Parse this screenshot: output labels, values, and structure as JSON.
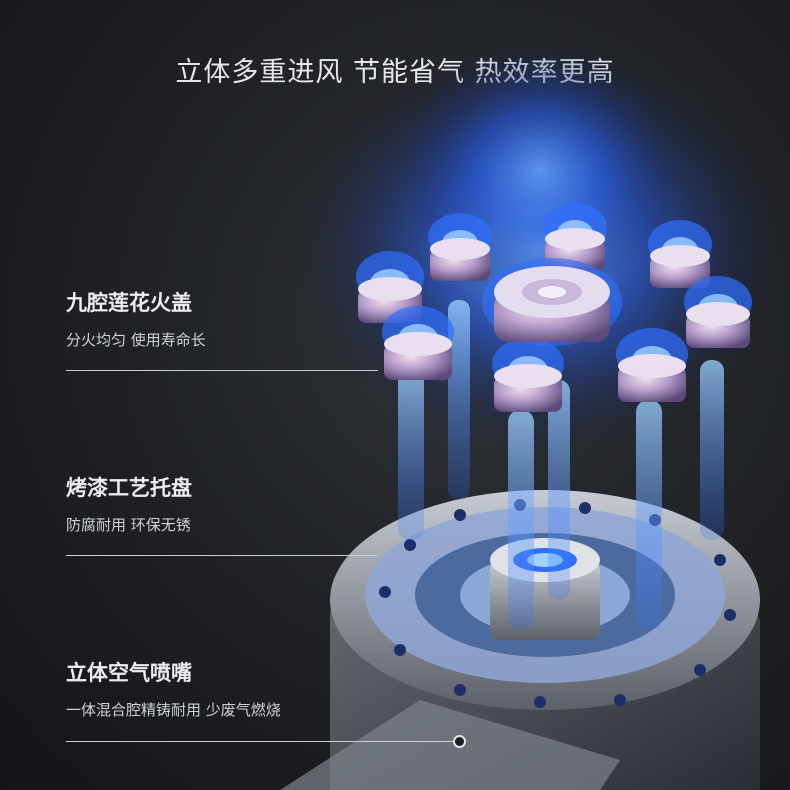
{
  "headline": "立体多重进风 节能省气 热效率更高",
  "features": [
    {
      "title": "九腔莲花火盖",
      "desc": "分火均匀 使用寿命长"
    },
    {
      "title": "烤漆工艺托盘",
      "desc": "防腐耐用 环保无锈"
    },
    {
      "title": "立体空气喷嘴",
      "desc": "一体混合腔精铸耐用 少废气燃烧"
    }
  ],
  "colors": {
    "background": "#1e2024",
    "flame": "#2f6fff",
    "flame_core": "#9fd2ff",
    "text": "#eceef1"
  },
  "icons": [
    "burner-cap-icon",
    "flame-icon",
    "callout-dot-icon"
  ]
}
